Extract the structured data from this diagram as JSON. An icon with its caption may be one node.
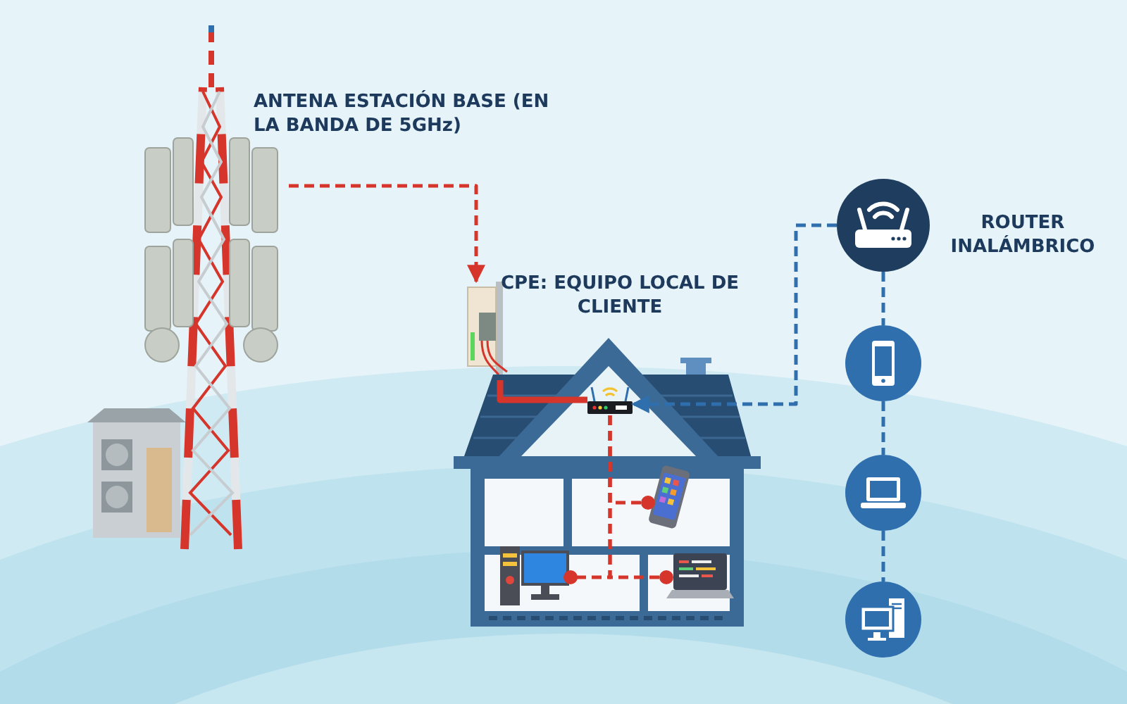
{
  "diagram": {
    "nodes": [
      {
        "text": [],
        "shape": "picture",
        "beside": [
          "ANTENA ESTACIÓN BASE (EN LA BANDA DE 5GHz)"
        ]
      },
      {
        "text": [],
        "shape": "picture",
        "beside": [
          "CPE: EQUIPO LOCAL DE CLIENTE"
        ]
      },
      {
        "text": [],
        "shape": "picture"
      },
      {
        "text": [],
        "shape": "picture",
        "in": 2
      },
      {
        "text": [],
        "shape": "picture",
        "in": 2
      },
      {
        "text": [],
        "shape": "picture",
        "in": 2
      },
      {
        "text": [],
        "shape": "picture",
        "in": 2
      },
      {
        "text": [],
        "shape": "circle",
        "beside": [
          "ROUTER INALÁMBRICO"
        ]
      },
      {
        "text": [],
        "shape": "circle"
      },
      {
        "text": [],
        "shape": "circle"
      },
      {
        "text": [],
        "shape": "circle"
      }
    ],
    "edges": [
      {
        "from": 0,
        "to": 1,
        "arrow": "to",
        "style": "dashed",
        "color": "#d6352b"
      },
      {
        "from": 1,
        "to": 3,
        "arrow": "none",
        "style": "thick",
        "color": "#d6352b"
      },
      {
        "from": 3,
        "to": 4,
        "arrow": "other",
        "style": "dashed",
        "color": "#d6352b"
      },
      {
        "from": 3,
        "to": 5,
        "arrow": "other",
        "style": "dashed",
        "color": "#d6352b"
      },
      {
        "from": 3,
        "to": 6,
        "arrow": "other",
        "style": "dashed",
        "color": "#d6352b"
      },
      {
        "from": 7,
        "to": 3,
        "arrow": "to",
        "style": "dashed",
        "color": "#2f6fae"
      },
      {
        "from": 7,
        "to": 8,
        "arrow": "none",
        "style": "dashed",
        "color": "#2f6fae"
      },
      {
        "from": 8,
        "to": 9,
        "arrow": "none",
        "style": "dashed",
        "color": "#2f6fae"
      },
      {
        "from": 9,
        "to": 10,
        "arrow": "none",
        "style": "dashed",
        "color": "#2f6fae"
      }
    ]
  }
}
